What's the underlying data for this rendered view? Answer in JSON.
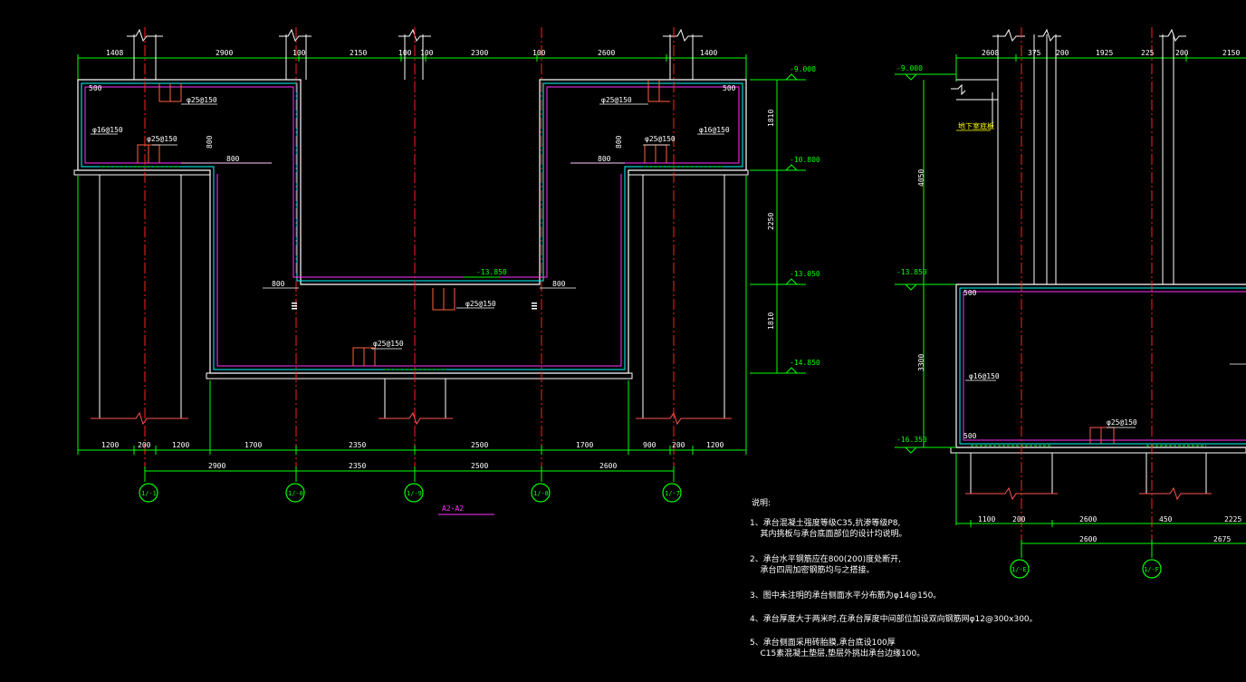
{
  "section_title": "A2-A2",
  "left_view": {
    "top_dims": [
      "1408",
      "2900",
      "100",
      "2150",
      "100",
      "100",
      "2300",
      "100",
      "2600",
      "1400"
    ],
    "bottom_dims_row1": [
      "1200",
      "200",
      "1200",
      "1700",
      "2350",
      "2500",
      "1700",
      "900",
      "200",
      "1200"
    ],
    "bottom_dims_row2": [
      "2900",
      "2350",
      "2500",
      "2600"
    ],
    "axes": [
      "1/-1",
      "1/-0",
      "1/-9",
      "1/-8",
      "1/-7"
    ],
    "right_dims": [
      "1810",
      "2250",
      "1810"
    ],
    "elevations": [
      "-9.000",
      "-10.800",
      "-13.050",
      "-14.850"
    ],
    "inner_elev": "-13.850",
    "rebar": [
      "φ25@150",
      "φ16@150",
      "φ25@150",
      "φ25@150",
      "φ25@150",
      "φ16@150",
      "φ25@150",
      "φ25@150"
    ],
    "labels": [
      "500",
      "500",
      "800",
      "800",
      "800",
      "800",
      "800",
      "800"
    ]
  },
  "right_view": {
    "top_dims": [
      "2608",
      "375",
      "200",
      "1925",
      "225",
      "200",
      "2150"
    ],
    "left_dims": [
      "4050",
      "3300"
    ],
    "elevations": [
      "-9.000",
      "-13.850",
      "-16.350"
    ],
    "bottom_dims_row1": [
      "1100",
      "200",
      "2600",
      "450",
      "2225"
    ],
    "bottom_dims_row2": [
      "2600",
      "2675"
    ],
    "axes": [
      "1/-E",
      "1/-F"
    ],
    "rebar": [
      "φ16@150",
      "φ25@150"
    ],
    "labels": [
      "500",
      "500"
    ],
    "tag": "地下室底板"
  },
  "notes": {
    "heading": "说明:",
    "items": [
      "1、承台混凝土强度等级C35,抗渗等级P8,\n    其内挑板与承台底面部位的设计均说明。",
      "2、承台水平钢筋应在800(200)度处断开,\n    承台四周加密钢筋均与之搭接。",
      "3、图中未注明的承台侧面水平分布筋为φ14@150。",
      "4、承台厚度大于两米时,在承台厚度中间部位加设双向钢筋网φ12@300x300。",
      "5、承台侧面采用砖胎膜,承台底设100厚\n    C15素混凝土垫层,垫层外挑出承台边缘100。"
    ]
  }
}
